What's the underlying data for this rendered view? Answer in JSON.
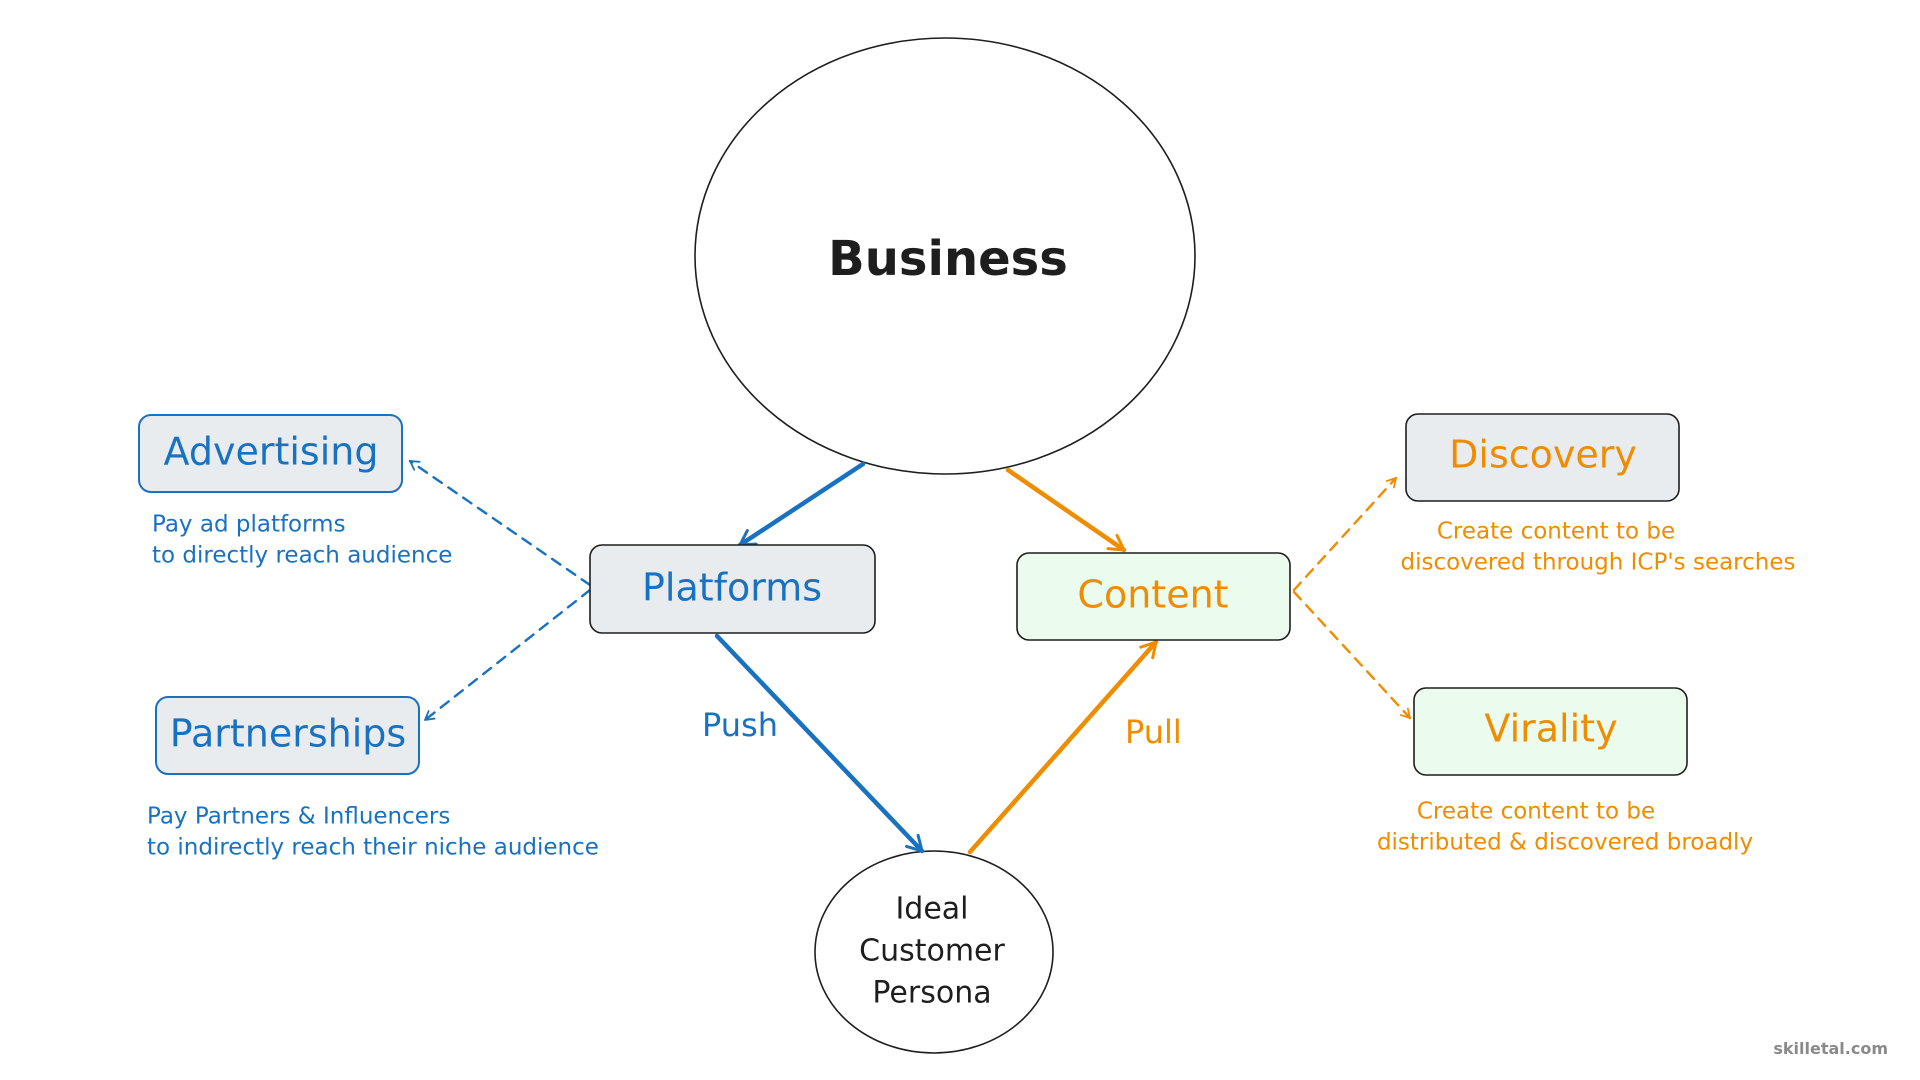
{
  "nodes": {
    "business": "Business",
    "platforms": "Platforms",
    "content": "Content",
    "advertising": "Advertising",
    "partnerships": "Partnerships",
    "discovery": "Discovery",
    "virality": "Virality",
    "icp": [
      "Ideal",
      "Customer",
      "Persona"
    ]
  },
  "notes": {
    "advertising": [
      "Pay ad platforms",
      "to directly reach audience"
    ],
    "partnerships": [
      "Pay Partners & Influencers",
      "to indirectly reach their niche audience"
    ],
    "discovery": [
      "Create content to be",
      "discovered through ICP's searches"
    ],
    "virality": [
      "Create content to be",
      "distributed & discovered broadly"
    ]
  },
  "edge_labels": {
    "push": "Push",
    "pull": "Pull"
  },
  "watermark": "skilletal.com",
  "colors": {
    "push": "#1971c2",
    "pull": "#f08c00",
    "grey_box": "#e9ecef",
    "green_box": "#ebfbee",
    "blue_box_border": "#1971c2",
    "dark_border": "#1e1e1e"
  }
}
